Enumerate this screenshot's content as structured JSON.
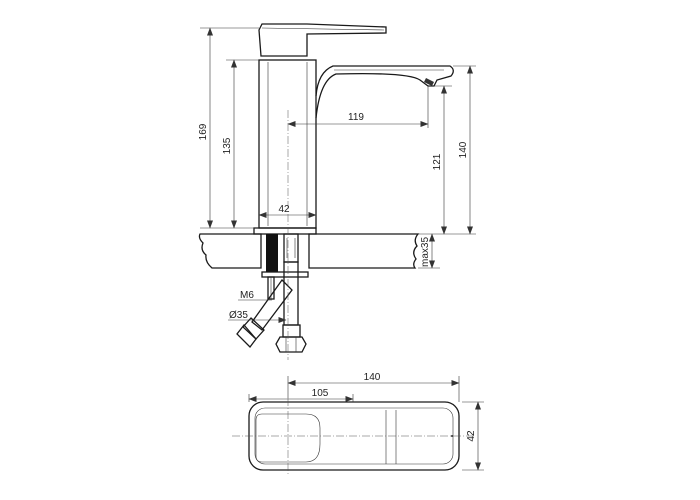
{
  "dimensions": {
    "total_height": "169",
    "body_height": "135",
    "spout_reach": "119",
    "spout_height": "121",
    "overall_height": "140",
    "body_width": "42",
    "max_deck": "max35",
    "thread": "M6",
    "hose_diameter": "Ø35",
    "plan_length": "140",
    "plan_handle": "105",
    "plan_width": "42"
  }
}
